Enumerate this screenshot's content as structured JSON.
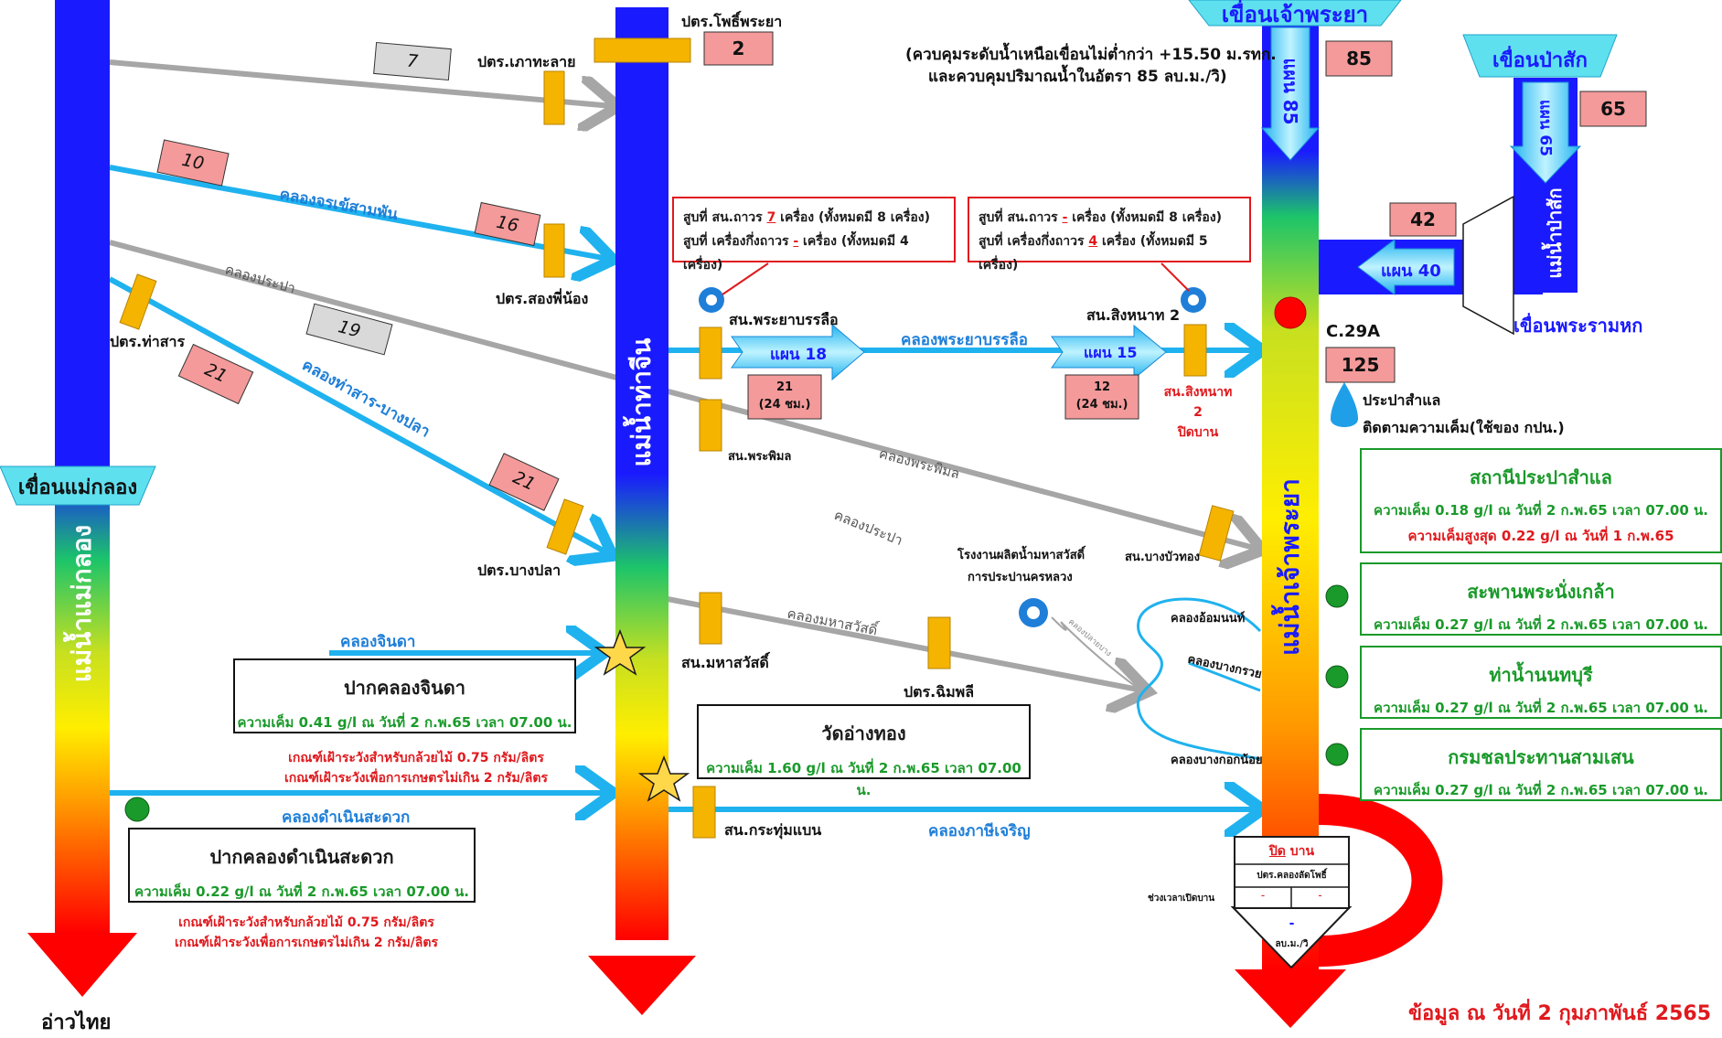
{
  "rivers": {
    "maeklong": "แม่น้ำแม่กลอง",
    "thachin": "แม่น้ำท่าจีน",
    "chaophraya": "แม่น้ำเจ้าพระยา",
    "pasak": "แม่น้ำป่าสัก"
  },
  "dams": {
    "maeklong": "เขื่อนแม่กลอง",
    "chaophraya": "เขื่อนเจ้าพระยา",
    "pasak": "เขื่อนป่าสัก",
    "pharam": "เขื่อนพระรามหก"
  },
  "chaophraya_note": {
    "line1": "(ควบคุมระดับน้ำเหนือเขื่อนไม่ต่ำกว่า +15.50 ม.รทก.",
    "line2": "และควบคุมปริมาณน้ำในอัตรา 85 ลบ.ม./วิ)"
  },
  "values": {
    "chaophraya_release": "85",
    "chaophraya_plan": "แผน 85",
    "pasak_release": "65",
    "pasak_plan": "แผน 65",
    "pharam_release": "42",
    "pharam_plan": "แผน 40",
    "c29a_label": "C.29A",
    "c29a_value": "125",
    "pho_phraya": "2",
    "phao_thalai": "7",
    "chorakhe_in": "10",
    "chorakhe_out": "16",
    "prapa_mid": "19",
    "thasan_in": "21",
    "thasan_out": "21",
    "phraya_banlue_value": "21",
    "phraya_banlue_hours": "(24 ชม.)",
    "phraya_banlue_plan": "แผน 18",
    "singhanat_value": "12",
    "singhanat_hours": "(24 ชม.)",
    "singhanat_plan": "แผน 15"
  },
  "labels": {
    "pho_phraya": "ปตร.โพธิ์พระยา",
    "phao_thalai": "ปตร.เภาทะลาย",
    "song_phi_nong": "ปตร.สองพี่น้อง",
    "tha_san": "ปตร.ท่าสาร",
    "bang_pla": "ปตร.บางปลา",
    "khlong_chorakhe": "คลองจรเข้สามพัน",
    "khlong_prapa": "คลองประปา",
    "khlong_thasan": "คลองท่าสาร-บางปลา",
    "khlong_chinda": "คลองจินดา",
    "khlong_damnoen": "คลองดำเนินสะดวก",
    "phraya_banlue": "สน.พระยาบรรลือ",
    "khlong_phraya_banlue": "คลองพระยาบรรลือ",
    "singhanat2": "สน.สิงหนาท 2",
    "singhanat2_closed_1": "สน.สิงหนาท 2",
    "singhanat2_closed_2": "ปิดบาน",
    "phraphimon": "สน.พระพิมล",
    "khlong_phraphimon": "คลองพระพิมล",
    "khlong_prapa2": "คลองประปา",
    "bang_bua_thong": "สน.บางบัวทอง",
    "plant_1": "โรงงานผลิตน้ำมหาสวัสดิ์",
    "plant_2": "การประปานครหลวง",
    "khlong_prapa_small": "คลองปลายบาง",
    "maha_sawat": "สน.มหาสวัสดิ์",
    "khlong_maha_sawat": "คลองมหาสวัสดิ์",
    "chimphli": "ปตร.ฉิมพลี",
    "krathum_baen": "สน.กระทุ่มแบน",
    "khlong_phasi": "คลองภาษีเจริญ",
    "khlong_om_non": "คลองอ้อมนนท์",
    "khlong_bang_kruai": "คลองบางกรวย",
    "khlong_bangkok_noi": "คลองบางกอกน้อย",
    "prapa_samlae": "ประปาสำแล",
    "monitor": "ติดตามความเค็ม(ใช้ของ กปน.)",
    "ao_thai": "อ่าวไทย",
    "date_note": "ข้อมูล ณ วันที่ 2 กุมภาพันธ์ 2565"
  },
  "pump_boxes": {
    "left_line1_a": "สูบที่ สน.ถาวร ",
    "left_line1_v": "7",
    "left_line1_b": " เครื่อง (ทั้งหมดมี 8 เครื่อง)",
    "left_line2_a": "สูบที่ เครื่องกึ่งถาวร ",
    "left_line2_v": "-",
    "left_line2_b": " เครื่อง (ทั้งหมดมี 4 เครื่อง)",
    "right_line1_a": "สูบที่ สน.ถาวร ",
    "right_line1_v": "-",
    "right_line1_b": " เครื่อง (ทั้งหมดมี 8 เครื่อง)",
    "right_line2_a": "สูบที่ เครื่องกึ่งถาวร ",
    "right_line2_v": "4",
    "right_line2_b": " เครื่อง (ทั้งหมดมี 5 เครื่อง)"
  },
  "stations": {
    "chinda": {
      "title": "ปากคลองจินดา",
      "salinity": "ความเค็ม 0.41 g/l ณ วันที่ 2 ก.พ.65 เวลา 07.00 น."
    },
    "chinda_crit_1": "เกณฑ์เฝ้าระวังสำหรับกล้วยไม้ 0.75 กรัม/ลิตร",
    "chinda_crit_2": "เกณฑ์เฝ้าระวังเพื่อการเกษตรไม่เกิน 2 กรัม/ลิตร",
    "damnoen": {
      "title": "ปากคลองดำเนินสะดวก",
      "salinity": "ความเค็ม 0.22 g/l ณ วันที่ 2 ก.พ.65 เวลา 07.00 น."
    },
    "damnoen_crit_1": "เกณฑ์เฝ้าระวังสำหรับกล้วยไม้ 0.75 กรัม/ลิตร",
    "damnoen_crit_2": "เกณฑ์เฝ้าระวังเพื่อการเกษตรไม่เกิน 2 กรัม/ลิตร",
    "wat_angthong": {
      "title": "วัดอ่างทอง",
      "salinity": "ความเค็ม 1.60 g/l ณ วันที่ 2 ก.พ.65 เวลา 07.00 น."
    },
    "samlae": {
      "title": "สถานีประปาสำแล",
      "salinity": "ความเค็ม 0.18 g/l ณ วันที่ 2 ก.พ.65 เวลา 07.00 น.",
      "max": "ความเค็มสูงสุด 0.22 g/l ณ วันที่ 1 ก.พ.65"
    },
    "phra_nang_klao": {
      "title": "สะพานพระนั่งเกล้า",
      "salinity": "ความเค็ม 0.27 g/l ณ วันที่ 2 ก.พ.65 เวลา 07.00 น."
    },
    "tha_nonthaburi": {
      "title": "ท่าน้ำนนทบุรี",
      "salinity": "ความเค็ม 0.27 g/l ณ วันที่ 2 ก.พ.65 เวลา 07.00 น."
    },
    "samsen": {
      "title": "กรมชลประทานสามเสน",
      "salinity": "ความเค็ม 0.27 g/l ณ วันที่ 2 ก.พ.65 เวลา 07.00 น."
    }
  },
  "lat_pho": {
    "status_word": "ปิด",
    "status_suffix": " บาน",
    "gate": "ปตร.คลองลัดโพธิ์",
    "period_label": "ช่วงเวลาเปิดบาน",
    "t1": "-",
    "t2": "-",
    "flow": "-",
    "unit": "ลบ.ม./วิ"
  },
  "colors": {
    "blue_river": "#1a1aff",
    "channel": "#1fb2ef",
    "gray_channel": "#a6a6a6",
    "gate": "#f5b400",
    "value_box": "#f49a9a",
    "gray_box": "#d9d9d9",
    "dam_cyan": "#5fe0ef",
    "red": "#e0191d",
    "green": "#1a9a2a"
  }
}
